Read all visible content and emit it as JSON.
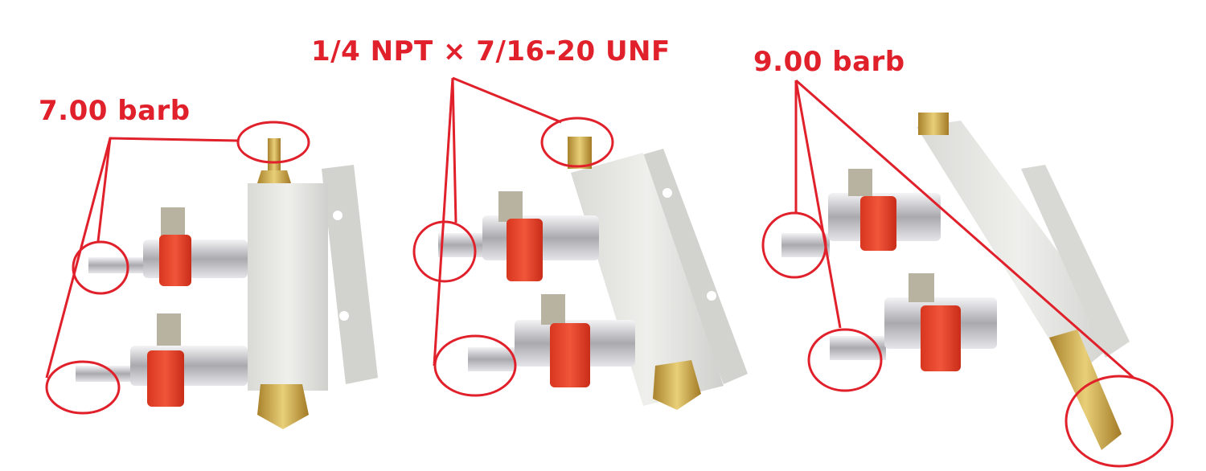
{
  "annotations": {
    "left": {
      "label": "7.00 barb"
    },
    "center": {
      "label": "1/4 NPT × 7/16-20 UNF"
    },
    "right": {
      "label": "9.00 barb"
    }
  },
  "colors": {
    "annotation": "#e0202a",
    "manifold_body": "#e6e6e2",
    "valve_handle": "#e8432c",
    "brass": "#c9a445",
    "chrome": "#c8c8cc"
  }
}
